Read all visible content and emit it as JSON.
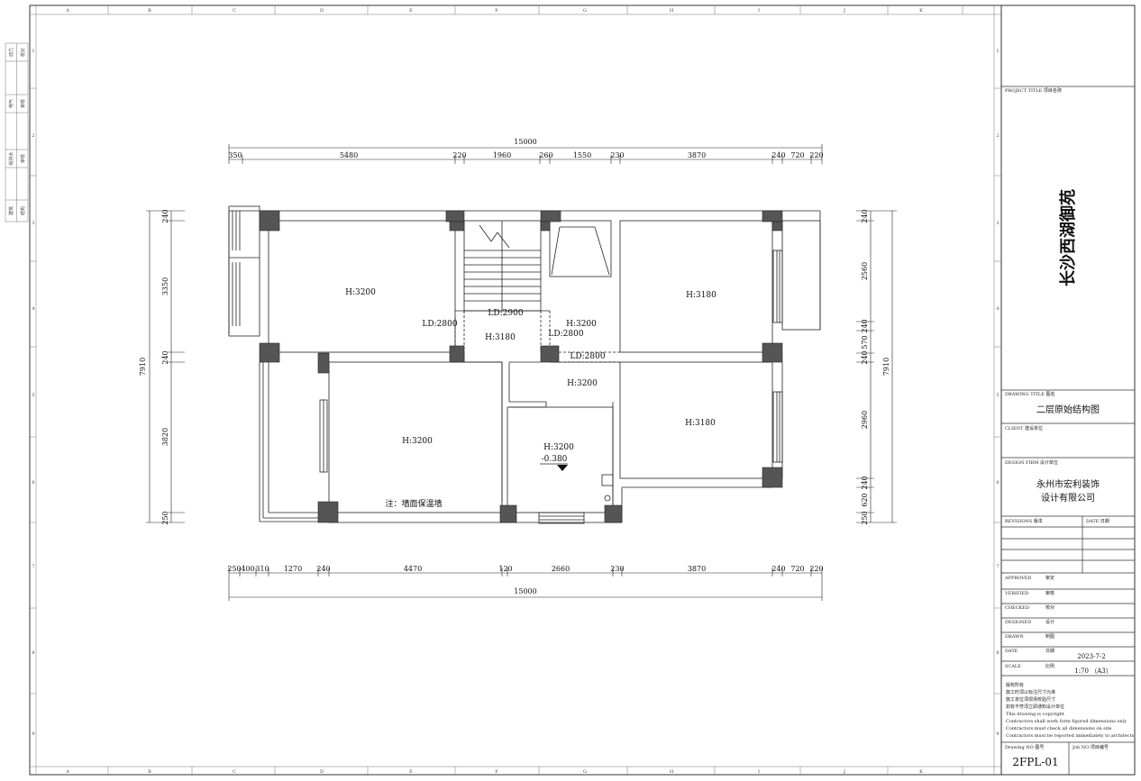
{
  "grid": {
    "columns": [
      "A",
      "B",
      "C",
      "D",
      "E",
      "F",
      "G",
      "H",
      "I",
      "J",
      "K"
    ],
    "rows": [
      "1",
      "2",
      "3",
      "4",
      "5",
      "6",
      "7",
      "8",
      "9"
    ]
  },
  "left_margin_labels": [
    "动力",
    "校对",
    "电气",
    "审核",
    "给排水",
    "建筑",
    "暖通",
    "结构"
  ],
  "dimensions": {
    "top_total": "15000",
    "top_segments": [
      "350",
      "5480",
      "220",
      "1960",
      "260",
      "1550",
      "230",
      "3870",
      "240",
      "720",
      "220"
    ],
    "bottom_total": "15000",
    "bottom_segments": [
      "250",
      "400",
      "310",
      "1270",
      "240",
      "4470",
      "120",
      "2660",
      "230",
      "3870",
      "240",
      "720",
      "220"
    ],
    "left_total": "7910",
    "left_segments": [
      "240",
      "3350",
      "240",
      "3820",
      "250"
    ],
    "right_total": "7910",
    "right_segments": [
      "240",
      "2560",
      "240",
      "570",
      "240",
      "2960",
      "240",
      "620",
      "250"
    ]
  },
  "plan_labels": {
    "room_nw": "H:3200",
    "room_ne": "H:3180",
    "corridor_a": "H:3200",
    "corridor_b": "H:3180",
    "corridor_c": "H:3200",
    "room_sw": "H:3200",
    "room_se": "H:3180",
    "room_s": "H:3200",
    "level": "-0.380",
    "beam_a": "LD:2800",
    "beam_b": "LD:2900",
    "beam_c": "LD:2800",
    "beam_d": "LD:2800",
    "note": "注：墙面保温墙"
  },
  "title_block": {
    "project_title_label": "PROJECT TITLE  项目名称",
    "project_name": "长沙西湖御苑",
    "drawing_title_label": "DRAWING TITLE  图名",
    "drawing_title": "二层原始结构图",
    "client_label": "CLIENT  建设单位",
    "design_firm_label": "DESIGN FIRM  设计单位",
    "firm_line1": "永州市宏利装饰",
    "firm_line2": "设计有限公司",
    "revisions_label": "REVISIONS  版本",
    "date_col_label": "DATE  日期",
    "approved_label": "APPROVED",
    "approved_cn": "审定",
    "verified_label": "VERIFIED",
    "verified_cn": "审核",
    "checked_label": "CHECKED",
    "checked_cn": "校对",
    "designed_label": "DESIGNED",
    "designed_cn": "设计",
    "drawn_label": "DRAWN",
    "drawn_cn": "制图",
    "date_label": "DATE",
    "date_cn": "日期",
    "date_value": "2023-7-2",
    "scale_label": "SCALE",
    "scale_cn": "比例",
    "scale_value": "1:70 （A3）",
    "notes": [
      "版权所有",
      "施工时须以标注尺寸为准",
      "施工单位须现场校验尺寸",
      "如有不符须立即通知设计单位",
      "This drawing is copyright",
      "Contractors shall work form figured dimensions only",
      "Contractors must check all dimensions on site",
      "Contractors must be reported immediately to architects"
    ],
    "drawing_no_label": "Drawing NO  图号",
    "job_no_label": "Job NO  项目编号",
    "drawing_no": "2FPL-01"
  }
}
